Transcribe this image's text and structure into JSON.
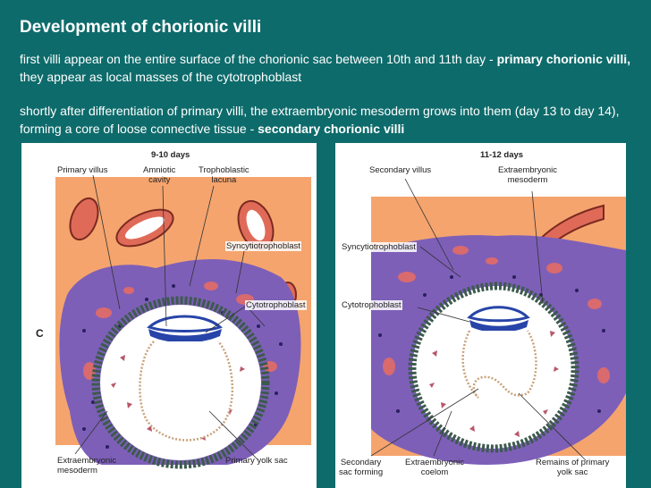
{
  "title": "Development of chorionic villi",
  "paragraph1": {
    "text_a": "first villi appear on the entire surface of the chorionic sac between 10th and 11th day - ",
    "bold": "primary chorionic villi,",
    "text_b": " they appear as local masses of the cytotrophoblast"
  },
  "paragraph2": {
    "text_a": "shortly after differentiation of primary villi, the extraembryonic mesoderm grows into them (day 13 to day 14), forming a core of loose connective tissue - ",
    "bold": "secondary chorionic villi"
  },
  "figure_left": {
    "stage": "9-10 days",
    "panel_letter": "C",
    "labels": {
      "primary_villus": "Primary villus",
      "amniotic_cavity_1": "Amniotic",
      "amniotic_cavity_2": "cavity",
      "trophoblastic_lacuna_1": "Trophoblastic",
      "trophoblastic_lacuna_2": "lacuna",
      "syncytiotrophoblast": "Syncytiotrophoblast",
      "cytotrophoblast": "Cytotrophoblast",
      "extraembryonic_mesoderm_1": "Extraembryonic",
      "extraembryonic_mesoderm_2": "mesoderm",
      "primary_yolk_sac": "Primary yolk sac"
    }
  },
  "figure_right": {
    "stage": "11-12 days",
    "labels": {
      "secondary_villus": "Secondary villus",
      "extraembryonic_mesoderm_1": "Extraembryonic",
      "extraembryonic_mesoderm_2": "mesoderm",
      "syncytiotrophoblast": "Syncytiotrophoblast",
      "cytotrophoblast": "Cytotrophoblast",
      "secondary_sac_1": "Secondary",
      "secondary_sac_2": "sac forming",
      "extraembryonic_coelom_1": "Extraembryonic",
      "extraembryonic_coelom_2": "coelom",
      "remains_primary_1": "Remains of primary",
      "remains_primary_2": "yolk sac"
    }
  },
  "colors": {
    "background": "#0e6b6b",
    "endometrium": "#f5a46e",
    "syncytium": "#7d5fb8",
    "cytotrophoblast": "#3d5a4e",
    "amnion": "#2744a8",
    "vessel": "#e06a58"
  }
}
